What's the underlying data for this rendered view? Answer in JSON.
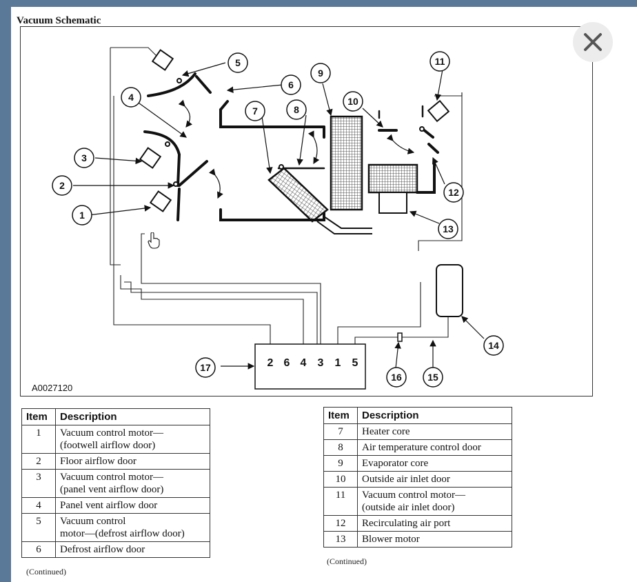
{
  "title": "Vacuum Schematic",
  "figure_id": "A0027120",
  "connector_ports": [
    "2",
    "6",
    "4",
    "3",
    "1",
    "5"
  ],
  "callouts": [
    "1",
    "2",
    "3",
    "4",
    "5",
    "6",
    "7",
    "8",
    "9",
    "10",
    "11",
    "12",
    "13",
    "14",
    "15",
    "16",
    "17"
  ],
  "table_header": {
    "item": "Item",
    "description": "Description"
  },
  "left_table": [
    {
      "item": "1",
      "desc": [
        "Vacuum control motor—",
        "(footwell airflow door)"
      ]
    },
    {
      "item": "2",
      "desc": [
        "Floor airflow door"
      ]
    },
    {
      "item": "3",
      "desc": [
        "Vacuum control motor—",
        "(panel vent airflow door)"
      ]
    },
    {
      "item": "4",
      "desc": [
        "Panel vent airflow door"
      ]
    },
    {
      "item": "5",
      "desc": [
        "Vacuum control",
        "motor—(defrost airflow door)"
      ]
    },
    {
      "item": "6",
      "desc": [
        "Defrost airflow door"
      ]
    }
  ],
  "right_table": [
    {
      "item": "7",
      "desc": [
        "Heater core"
      ]
    },
    {
      "item": "8",
      "desc": [
        "Air temperature control door"
      ]
    },
    {
      "item": "9",
      "desc": [
        "Evaporator core"
      ]
    },
    {
      "item": "10",
      "desc": [
        "Outside air inlet door"
      ]
    },
    {
      "item": "11",
      "desc": [
        "Vacuum control motor—",
        "(outside air inlet door)"
      ]
    },
    {
      "item": "12",
      "desc": [
        "Recirculating air port"
      ]
    },
    {
      "item": "13",
      "desc": [
        "Blower motor"
      ]
    }
  ],
  "continued": "(Continued)",
  "icons": {
    "close": "close-icon",
    "cursor": "hand-pointer-icon"
  }
}
